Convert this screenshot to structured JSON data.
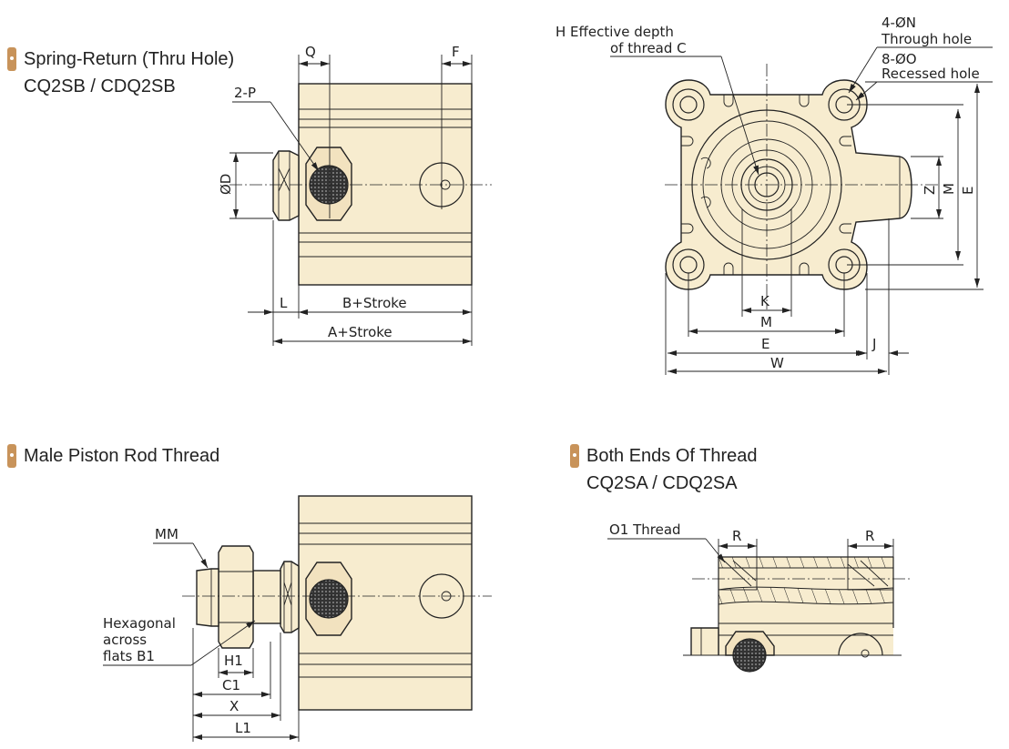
{
  "headings": {
    "spring_return": {
      "line1": "Spring-Return (Thru Hole)",
      "line2": "CQ2SB / CDQ2SB"
    },
    "male_rod": {
      "line1": "Male Piston Rod Thread"
    },
    "both_ends": {
      "line1": "Both Ends Of Thread",
      "line2": "CQ2SA / CDQ2SA"
    }
  },
  "side_view": {
    "Q": "Q",
    "F": "F",
    "P": "2-P",
    "D": "ØD",
    "L": "L",
    "B": "B+Stroke",
    "A": "A+Stroke"
  },
  "front_view": {
    "H_line1": "H Effective depth",
    "H_line2": "of thread C",
    "N_line1": "4-ØN",
    "N_line2": "Through hole",
    "O_line1": "8-ØO",
    "O_line2": "Recessed hole",
    "Z": "Z",
    "M_vert": "M",
    "E_vert": "E",
    "K": "K",
    "M": "M",
    "E": "E",
    "J": "J",
    "W": "W"
  },
  "male_view": {
    "MM": "MM",
    "hex1": "Hexagonal",
    "hex2": "across",
    "hex3": "flats B1",
    "H1": "H1",
    "C1": "C1",
    "X": "X",
    "L1": "L1"
  },
  "ends_view": {
    "O1": "O1 Thread",
    "R_left": "R",
    "R_right": "R"
  },
  "colors": {
    "body": "#f7eccf",
    "bullet": "#c8935a",
    "line": "#222222"
  }
}
